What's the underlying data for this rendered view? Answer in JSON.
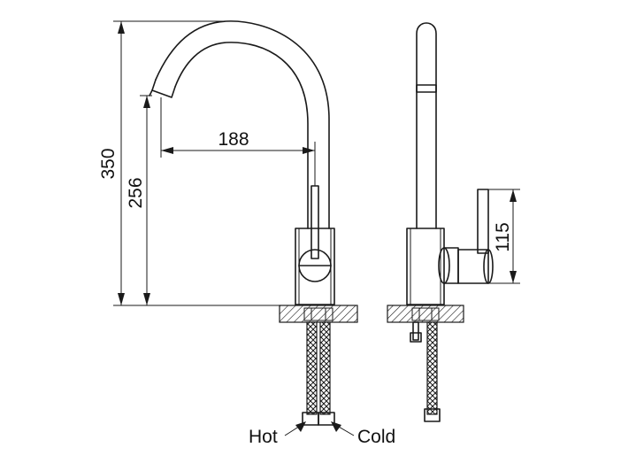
{
  "dimensions": {
    "total_height": "350",
    "spout_height": "256",
    "spout_reach": "188",
    "handle_height": "115"
  },
  "labels": {
    "hot": "Hot",
    "cold": "Cold"
  },
  "colors": {
    "line": "#1a1a1a",
    "background": "#ffffff"
  }
}
